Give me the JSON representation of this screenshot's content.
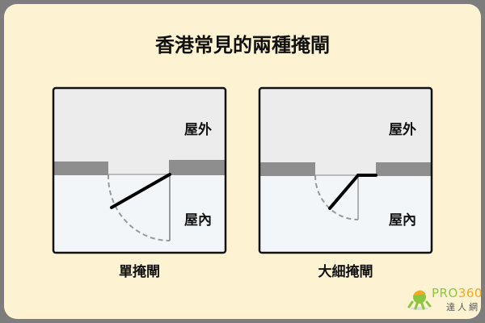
{
  "title": "香港常見的兩種掩閘",
  "diagrams": [
    {
      "caption": "單掩閘",
      "outside_label": "屋外",
      "inside_label": "屋內"
    },
    {
      "caption": "大細掩閘",
      "outside_label": "屋外",
      "inside_label": "屋內"
    }
  ],
  "logo": {
    "text_pro": "PRO",
    "text_num": "360",
    "subtext": "達人網"
  },
  "colors": {
    "background": "#fdf3d2",
    "outside": "#ececec",
    "inside": "#f3f6f8",
    "wall": "#8e8e8e"
  }
}
